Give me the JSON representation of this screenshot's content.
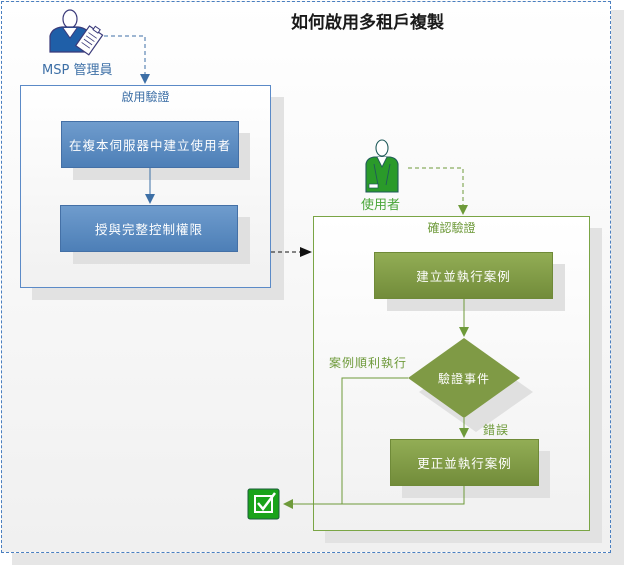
{
  "title": "如何啟用多租戶複製",
  "actors": {
    "msp_admin": {
      "label": "MSP 管理員",
      "icon": "admin-clipboard-icon",
      "color": "#1f5fa8"
    },
    "user": {
      "label": "使用者",
      "icon": "user-icon",
      "color": "#2a9a2a"
    }
  },
  "lanes": {
    "enable": {
      "title": "啟用驗證",
      "color": "#5b8ac7",
      "steps": [
        "在複本伺服器中建立使用者",
        "授與完整控制權限"
      ]
    },
    "verify": {
      "title": "確認驗證",
      "color": "#7aa545",
      "steps": [
        "建立並執行案例",
        "更正並執行案例"
      ],
      "decision": "驗證事件",
      "branch_success": "案例順利執行",
      "branch_error": "錯誤"
    }
  },
  "end_icon": "checkbox-checked-icon"
}
